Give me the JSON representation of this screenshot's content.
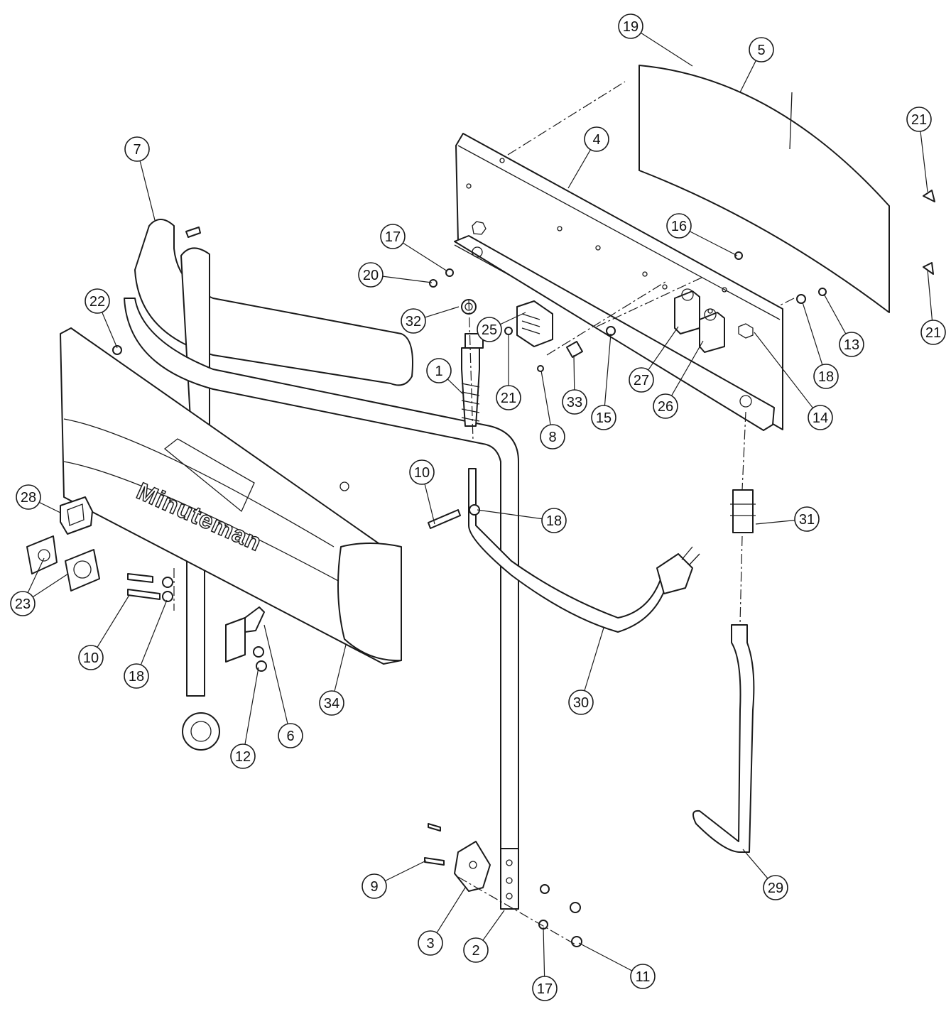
{
  "diagram": {
    "brand_label": "Minuteman",
    "callouts": [
      {
        "label": "1"
      },
      {
        "label": "2"
      },
      {
        "label": "3"
      },
      {
        "label": "4"
      },
      {
        "label": "5"
      },
      {
        "label": "6"
      },
      {
        "label": "7"
      },
      {
        "label": "8"
      },
      {
        "label": "9"
      },
      {
        "label": "10"
      },
      {
        "label": "10"
      },
      {
        "label": "11"
      },
      {
        "label": "12"
      },
      {
        "label": "13"
      },
      {
        "label": "14"
      },
      {
        "label": "15"
      },
      {
        "label": "16"
      },
      {
        "label": "17"
      },
      {
        "label": "17"
      },
      {
        "label": "18"
      },
      {
        "label": "18"
      },
      {
        "label": "18"
      },
      {
        "label": "19"
      },
      {
        "label": "20"
      },
      {
        "label": "21"
      },
      {
        "label": "21"
      },
      {
        "label": "21"
      },
      {
        "label": "22"
      },
      {
        "label": "23"
      },
      {
        "label": "25"
      },
      {
        "label": "26"
      },
      {
        "label": "27"
      },
      {
        "label": "28"
      },
      {
        "label": "29"
      },
      {
        "label": "30"
      },
      {
        "label": "31"
      },
      {
        "label": "32"
      },
      {
        "label": "33"
      },
      {
        "label": "34"
      }
    ]
  }
}
